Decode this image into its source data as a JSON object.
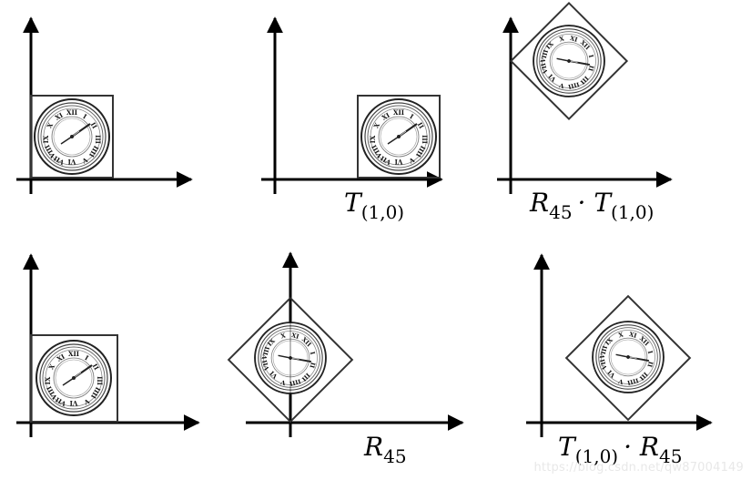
{
  "panels": [
    {
      "label": {
        "main": "T",
        "sub": "(1,0)"
      }
    },
    {
      "label": {
        "main": "R",
        "sub": "45",
        "tail": "· T",
        "tail_sub": "(1,0)"
      }
    },
    {
      "label": {
        "main": "R",
        "sub": "45"
      }
    },
    {
      "label": {
        "main": "T",
        "sub": "(1,0)",
        "tail": "· R",
        "tail_sub": "45"
      }
    }
  ],
  "watermark": "https://blog.csdn.net/qw87004149",
  "clock": {
    "roman_numerals": [
      "XII",
      "I",
      "II",
      "III",
      "IIII",
      "V",
      "VI",
      "VII",
      "VIII",
      "IX",
      "X",
      "XI"
    ]
  }
}
